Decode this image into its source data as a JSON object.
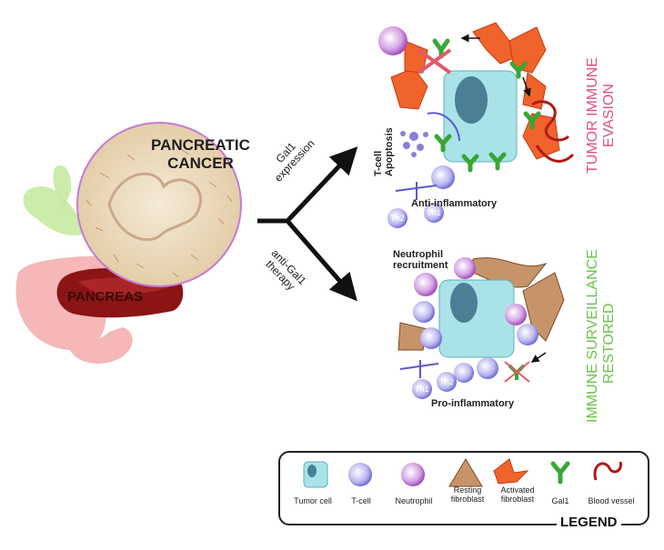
{
  "labels": {
    "pancreatic_cancer_line1": "PANCREATIC",
    "pancreatic_cancer_line2": "CANCER",
    "pancreas": "PANCREAS",
    "gal1_expression_line1": "Gal1",
    "gal1_expression_line2": "expression",
    "anti_gal1_line1": "anti-Gal1",
    "anti_gal1_line2": "therapy",
    "tumor_immune_line1": "TUMOR IMMUNE",
    "tumor_immune_line2": "EVASION",
    "immune_surveillance_line1": "IMMUNE SURVEILLANCE",
    "immune_surveillance_line2": "RESTORED",
    "tcell_apoptosis_line1": "T-cell",
    "tcell_apoptosis_line2": "Apoptosis",
    "anti_inflammatory": "Anti-inflammatory",
    "neutrophil_recruitment_line1": "Neutrophil",
    "neutrophil_recruitment_line2": "recruitment",
    "pro_inflammatory": "Pro-inflammatory",
    "th1_top": "Th1",
    "th2_top": "Th2",
    "th1_bottom": "Th1",
    "th2_bottom": "Th2"
  },
  "legend": {
    "title": "LEGEND",
    "items": [
      {
        "label": "Tumor cell",
        "icon": "tumor-cell-icon"
      },
      {
        "label": "T-cell",
        "icon": "t-cell-icon"
      },
      {
        "label": "Neutrophil",
        "icon": "neutrophil-icon"
      },
      {
        "label_line1": "Resting",
        "label_line2": "fibroblast",
        "icon": "resting-fibroblast-icon"
      },
      {
        "label_line1": "Activated",
        "label_line2": "fibroblast",
        "icon": "activated-fibroblast-icon"
      },
      {
        "label": "Gal1",
        "icon": "gal1-icon"
      },
      {
        "label": "Blood vessel",
        "icon": "blood-vessel-icon"
      }
    ]
  },
  "colors": {
    "tumor_cell": "#a9e3e8",
    "tumor_nucleus": "#4a7f95",
    "t_cell": "#5d58c9",
    "neutrophil": "#9a3bb5",
    "resting_fibroblast": "#c7946a",
    "activated_fibroblast": "#f0632a",
    "gal1": "#3aa635",
    "blood_vessel": "#b01a1a",
    "pink_title": "#e0507e",
    "green_title": "#6cc24a"
  }
}
